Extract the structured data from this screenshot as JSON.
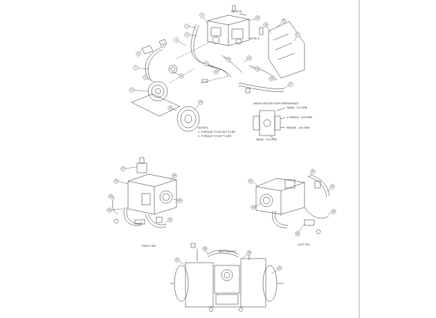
{
  "colors": {
    "ink": "#1a1a1a",
    "paper": "#ffffff",
    "border": "#9a9a9a"
  },
  "labels": {
    "note_b": "NOTE B",
    "note_a": "NOTE A",
    "drive_ref": "DRIVE MOTOR PORT REFERENCE",
    "port1": "'MAIN - 1/2 ORB",
    "port2": "'L-SPEED - 3/4 ORB",
    "port3": "'BRAKE - 3/4 ORB",
    "port4": "'MAIN - 1/2 ORB",
    "notes_title": "NOTES:",
    "note1": "1. TORQUE TO 25-35 FT-LBS",
    "note2": "2. TORQUE TO 45 FT-LBS",
    "right_iso": "RIGHT ISO",
    "left_iso": "LEFT ISO",
    "bottom_iso": "BOTTOM ISO"
  },
  "callouts": [
    {
      "n": "1"
    },
    {
      "n": "2"
    },
    {
      "n": "3"
    },
    {
      "n": "4"
    },
    {
      "n": "5"
    },
    {
      "n": "6"
    },
    {
      "n": "7"
    },
    {
      "n": "8"
    },
    {
      "n": "9"
    },
    {
      "n": "10"
    },
    {
      "n": "11"
    },
    {
      "n": "12"
    },
    {
      "n": "13"
    },
    {
      "n": "14"
    },
    {
      "n": "15"
    },
    {
      "n": "16"
    },
    {
      "n": "17"
    },
    {
      "n": "18"
    },
    {
      "n": "19"
    },
    {
      "n": "20"
    },
    {
      "n": "21"
    },
    {
      "n": "22"
    },
    {
      "n": "23"
    },
    {
      "n": "24"
    },
    {
      "n": "25"
    },
    {
      "n": "26"
    },
    {
      "n": "27"
    },
    {
      "n": "28"
    },
    {
      "n": "29"
    },
    {
      "n": "30"
    },
    {
      "n": "31"
    },
    {
      "n": "32"
    },
    {
      "n": "33"
    },
    {
      "n": "34"
    },
    {
      "n": "35"
    },
    {
      "n": "36"
    },
    {
      "n": "37"
    },
    {
      "n": "38"
    },
    {
      "n": "39"
    },
    {
      "n": "40"
    }
  ]
}
